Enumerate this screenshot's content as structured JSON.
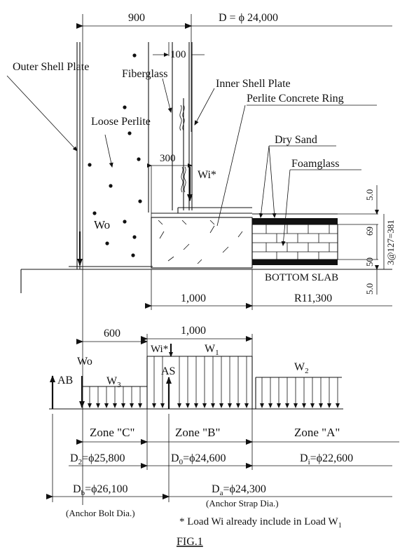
{
  "dims": {
    "top_left": "900",
    "top_right": "D = ϕ 24,000",
    "gap": "100",
    "inner_300": "300",
    "mid_1000": "1,000",
    "r11300": "R11,300",
    "lower_600": "600",
    "lower_1000": "1,000",
    "vert_5a": "5.0",
    "vert_69": "69",
    "vert_50": "50",
    "vert_5b": "5.0",
    "vert_total": "3@127=381"
  },
  "labels": {
    "outer_shell": "Outer Shell Plate",
    "fiberglass": "Fiberglass",
    "inner_shell": "Inner Shell Plate",
    "perlite_ring": "Perlite Concrete Ring",
    "loose_perlite": "Loose Perlite",
    "dry_sand": "Dry Sand",
    "foamglass": "Foamglass",
    "wi_top": "Wi*",
    "wo_top": "Wo",
    "bottom_slab": "BOTTOM SLAB"
  },
  "loads": {
    "ab": "AB",
    "wo": "Wo",
    "w3": "W",
    "w3_sub": "3",
    "wi": "Wi*",
    "w1": "W",
    "w1_sub": "1",
    "as": "AS",
    "w2": "W",
    "w2_sub": "2"
  },
  "zones": {
    "c": "Zone \"C\"",
    "b": "Zone \"B\"",
    "a": "Zone \"A\""
  },
  "diameters": {
    "d2_pre": "D",
    "d2_sub": "2",
    "d2_val": "=ϕ25,800",
    "d0_pre": "D",
    "d0_sub": "0",
    "d0_val": "=ϕ24,600",
    "di_pre": "D",
    "di_sub": "i",
    "di_val": "=ϕ22,600",
    "db_pre": "D",
    "db_sub": "b",
    "db_val": "=ϕ26,100",
    "da_pre": "D",
    "da_sub": "a",
    "da_val": "=ϕ24,300",
    "anchor_bolt": "(Anchor Bolt Dia.)",
    "anchor_strap": "(Anchor Strap Dia.)"
  },
  "notes": {
    "note_pre": "* Load Wi already include in Load W",
    "note_sub": "1",
    "fig": "FIG.1"
  }
}
